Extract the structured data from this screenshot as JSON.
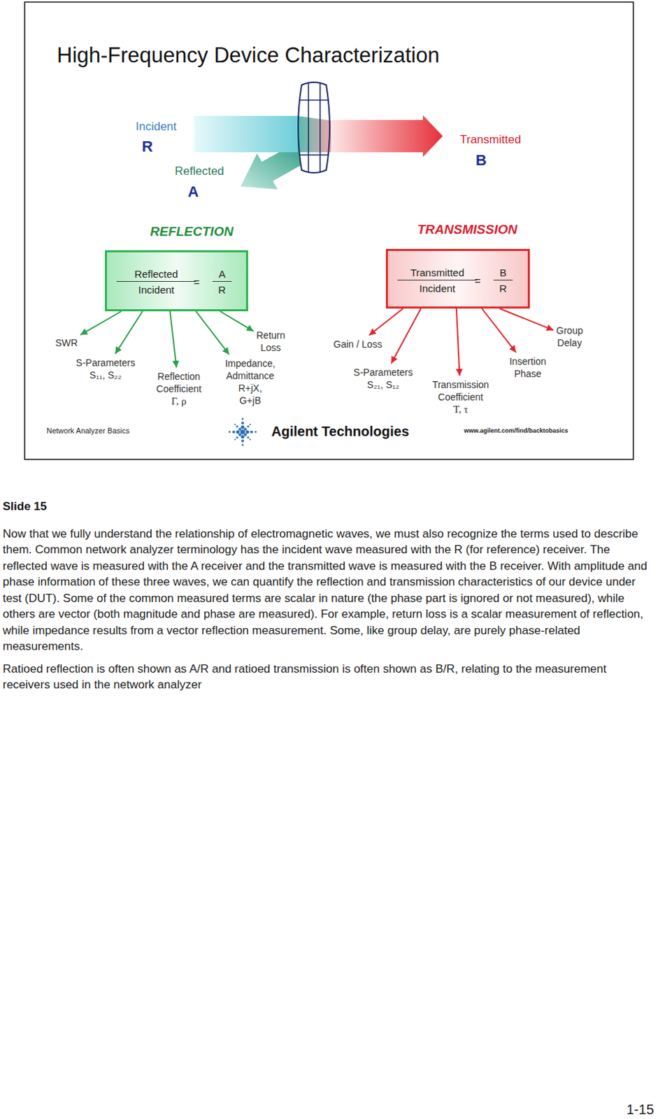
{
  "diagram": {
    "title": "High-Frequency Device Characterization",
    "nodes": [
      {
        "text": [
          "REFLECTION",
          "Reflected",
          "Incident",
          "=",
          "A",
          "R"
        ]
      },
      {
        "text": [
          "SWR"
        ]
      },
      {
        "text": [
          "S-Parameters",
          "S₁₁, S₂₂"
        ]
      },
      {
        "text": [
          "Reflection Coefficient",
          "Γ, ρ"
        ]
      },
      {
        "text": [
          "Impedance, Admittance",
          "R+jX, G+jB"
        ]
      },
      {
        "text": [
          "Return Loss"
        ]
      },
      {
        "text": [
          "TRANSMISSION",
          "Transmitted",
          "Incident",
          "=",
          "B",
          "R"
        ]
      },
      {
        "text": [
          "Gain / Loss"
        ]
      },
      {
        "text": [
          "S-Parameters",
          "S₂₁, S₁₂"
        ]
      },
      {
        "text": [
          "Transmission Coefficient",
          "T, τ"
        ]
      },
      {
        "text": [
          "Insertion Phase"
        ]
      },
      {
        "text": [
          "Group Delay"
        ]
      }
    ],
    "edges": [
      {
        "from": 0,
        "to": 1,
        "arrow": "to"
      },
      {
        "from": 0,
        "to": 2,
        "arrow": "to"
      },
      {
        "from": 0,
        "to": 3,
        "arrow": "to"
      },
      {
        "from": 0,
        "to": 4,
        "arrow": "to"
      },
      {
        "from": 0,
        "to": 5,
        "arrow": "to"
      },
      {
        "from": 6,
        "to": 7,
        "arrow": "to"
      },
      {
        "from": 6,
        "to": 8,
        "arrow": "to"
      },
      {
        "from": 6,
        "to": 9,
        "arrow": "to"
      },
      {
        "from": 6,
        "to": 10,
        "arrow": "to"
      },
      {
        "from": 6,
        "to": 11,
        "arrow": "to"
      }
    ],
    "labels": [
      "Incident",
      "R",
      "Reflected",
      "A",
      "Transmitted",
      "B",
      "Network Analyzer Basics",
      "Agilent Technologies",
      "www.agilent.com/find/backtobasics",
      "Slide 15",
      "Now that we fully understand the relationship of electromagnetic waves, we must also recognize the terms used to describe them. Common network analyzer terminology has the incident wave measured with the R (for reference) receiver. The reflected wave is measured with the A receiver and the transmitted wave is measured with the B receiver. With amplitude and phase information of these three waves, we can quantify the reflection and transmission characteristics of our device under test (DUT). Some of the common measured terms are scalar in nature (the phase part is ignored or not measured), while others are vector (both magnitude and phase are measured). For example, return loss is a scalar measurement of reflection, while impedance results from a vector reflection measurement. Some, like group delay, are purely phase-related measurements.",
      "Ratioed reflection is often shown as A/R and ratioed transmission is often shown as B/R, relating to the measurement receivers used in the network analyzer",
      "1-15"
    ]
  }
}
